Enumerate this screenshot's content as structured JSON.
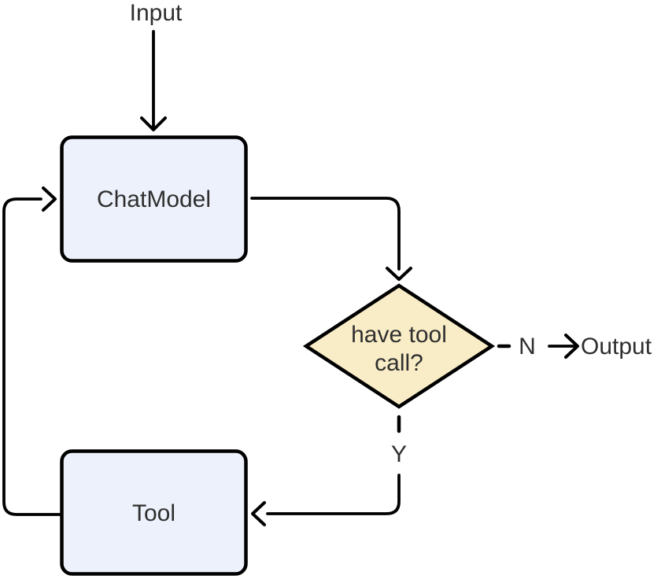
{
  "diagram": {
    "type": "flowchart",
    "nodes": [
      {
        "id": "input",
        "label": "Input",
        "kind": "terminal"
      },
      {
        "id": "chatmodel",
        "label": "ChatModel",
        "kind": "process"
      },
      {
        "id": "decision",
        "label": "have tool call?",
        "label_line1": "have tool",
        "label_line2": "call?",
        "kind": "decision"
      },
      {
        "id": "tool",
        "label": "Tool",
        "kind": "process"
      },
      {
        "id": "output",
        "label": "Output",
        "kind": "terminal"
      }
    ],
    "edges": [
      {
        "from": "Input",
        "to": "ChatModel",
        "label": "",
        "style": "solid"
      },
      {
        "from": "ChatModel",
        "to": "decision",
        "label": "",
        "style": "solid"
      },
      {
        "from": "decision",
        "to": "Output",
        "label": "N",
        "style": "dashed"
      },
      {
        "from": "decision",
        "to": "Tool",
        "label": "Y",
        "style": "dashed"
      },
      {
        "from": "Tool",
        "to": "ChatModel",
        "label": "",
        "style": "solid"
      }
    ],
    "colors": {
      "process_fill": "#edf1fb",
      "decision_fill": "#f9edc7",
      "stroke": "#000000",
      "text": "#2f2f2f",
      "background": "#ffffff"
    }
  }
}
